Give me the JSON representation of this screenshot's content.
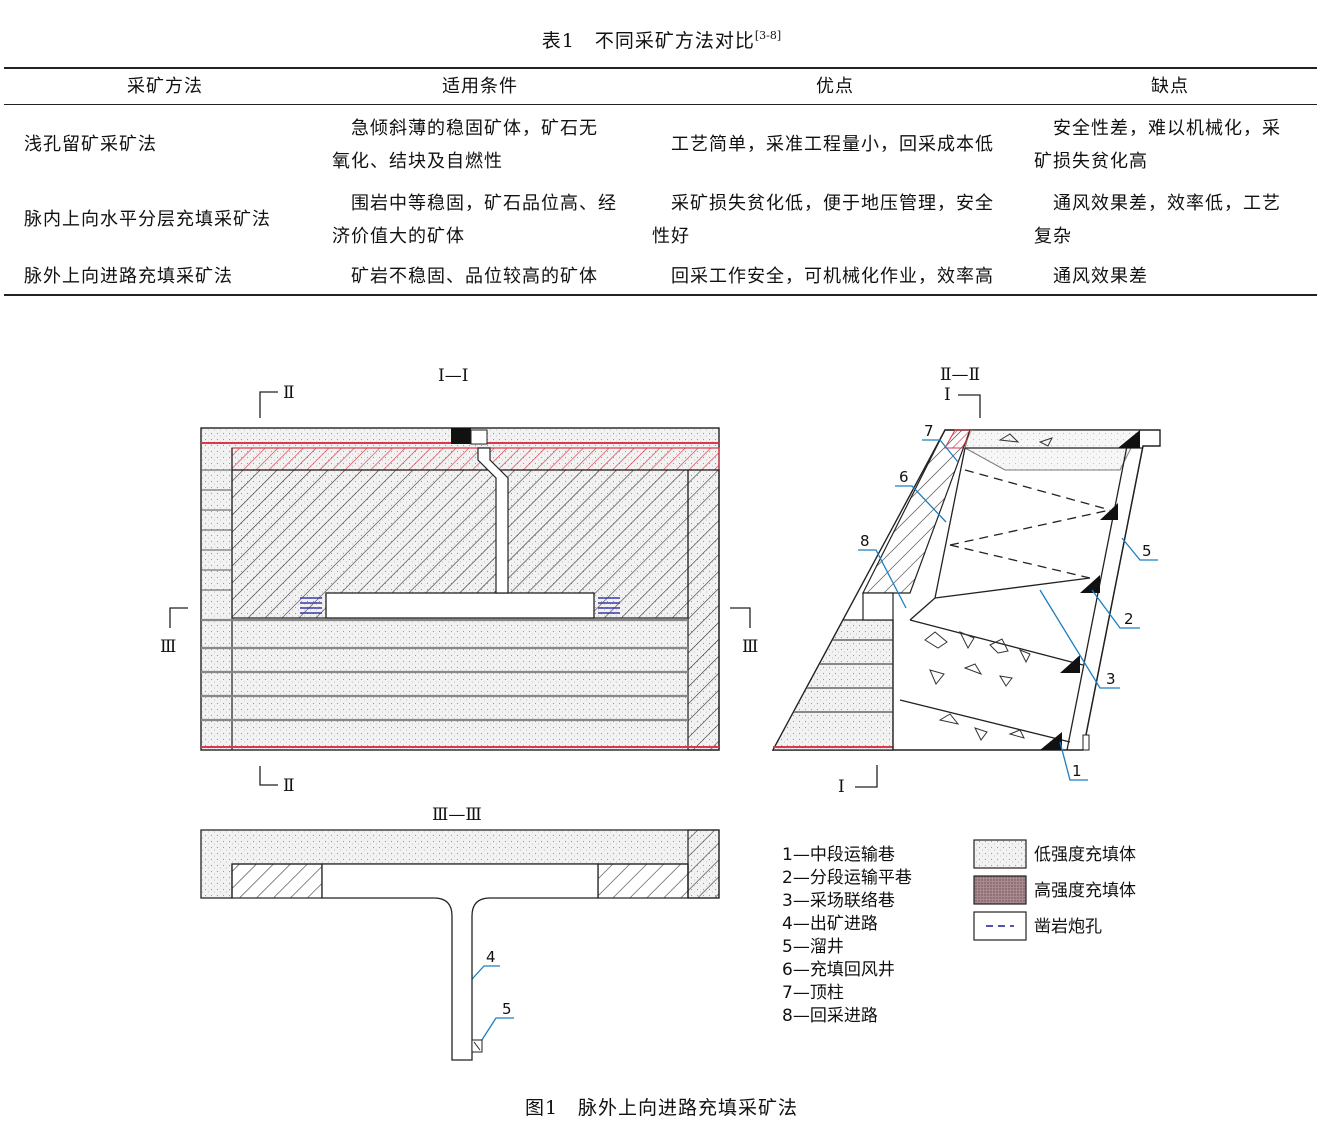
{
  "table": {
    "caption": "表1　不同采矿方法对比",
    "caption_ref": "[3-8]",
    "headers": [
      "采矿方法",
      "适用条件",
      "优点",
      "缺点"
    ],
    "rows": [
      {
        "method": "浅孔留矿采矿法",
        "condition": [
          "　急倾斜薄的稳固矿体，矿石无",
          "氧化、结块及自燃性"
        ],
        "pros": [
          "　工艺简单，采准工程量小，回采成本低"
        ],
        "cons": [
          "　安全性差，难以机械化，采",
          "矿损失贫化高"
        ]
      },
      {
        "method": "脉内上向水平分层充填采矿法",
        "condition": [
          "　围岩中等稳固，矿石品位高、经",
          "济价值大的矿体"
        ],
        "pros": [
          "　采矿损失贫化低，便于地压管理，安全",
          "性好"
        ],
        "cons": [
          "　通风效果差，效率低，工艺",
          "复杂"
        ]
      },
      {
        "method": "脉外上向进路充填采矿法",
        "condition": [
          "　矿岩不稳固、品位较高的矿体"
        ],
        "pros": [
          "　回采工作安全，可机械化作业，效率高"
        ],
        "cons": [
          "　通风效果差"
        ]
      }
    ]
  },
  "figure": {
    "caption": "图1　脉外上向进路充填采矿法",
    "section_labels": {
      "s1": "Ⅰ—Ⅰ",
      "s2": "Ⅱ—Ⅱ",
      "s3": "Ⅲ—Ⅲ",
      "mark1": "Ⅰ",
      "mark2": "Ⅱ",
      "mark3": "Ⅲ"
    },
    "callouts": [
      "1",
      "2",
      "3",
      "4",
      "5",
      "6",
      "7",
      "8"
    ],
    "legend_numbered": [
      "1—中段运输巷",
      "2—分段运输平巷",
      "3—采场联络巷",
      "4—出矿进路",
      "5—溜井",
      "6—充填回风井",
      "7—顶柱",
      "8—回采进路"
    ],
    "legend_symbols": [
      {
        "label": "低强度充填体"
      },
      {
        "label": "高强度充填体"
      },
      {
        "label": "凿岩炮孔"
      }
    ],
    "colors": {
      "red_band": "#d9394a",
      "callout_blue": "#1a7fc1",
      "charge_blue": "#3a3aa8"
    }
  }
}
